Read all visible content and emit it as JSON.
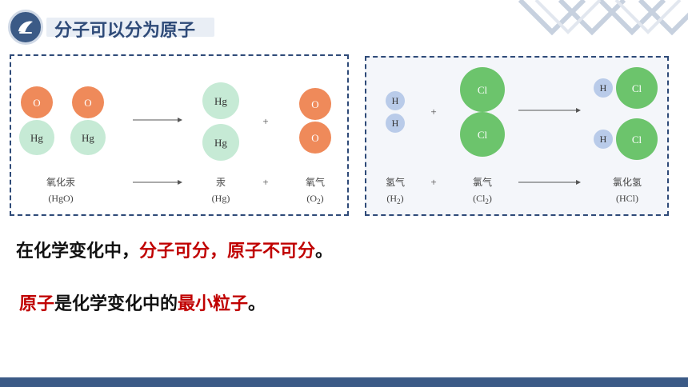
{
  "header": {
    "title": "分子可以分为原子"
  },
  "left_panel": {
    "atoms": {
      "o": "O",
      "hg": "Hg"
    },
    "plus": "+",
    "labels": {
      "reactant_name": "氧化汞",
      "reactant_formula": "(HgO)",
      "product1_name": "汞",
      "product1_formula": "(Hg)",
      "product2_name": "氧气",
      "product2_formula_prefix": "(O",
      "product2_formula_sub": "2",
      "product2_formula_suffix": ")"
    }
  },
  "right_panel": {
    "atoms": {
      "h": "H",
      "cl": "Cl"
    },
    "plus": "+",
    "labels": {
      "reactant1_name": "氢气",
      "reactant1_formula_prefix": "(H",
      "reactant1_formula_sub": "2",
      "reactant1_formula_suffix": ")",
      "reactant2_name": "氯气",
      "reactant2_formula_prefix": "(Cl",
      "reactant2_formula_sub": "2",
      "reactant2_formula_suffix": ")",
      "product_name": "氯化氢",
      "product_formula": "(HCl)"
    }
  },
  "statements": {
    "line1_part1": "在化学变化中，",
    "line1_part2": "分子可分，原子不可分",
    "line1_part3": "。",
    "line2_part1": "原子",
    "line2_part2": "是化学变化中的",
    "line2_part3": "最小粒子",
    "line2_part4": "。"
  },
  "colors": {
    "oxygen": "#ef8a5a",
    "mercury": "#c6ead5",
    "hydrogen": "#b9cbe9",
    "chlorine": "#6cc46c",
    "accent": "#2e4a78",
    "highlight": "#c00000"
  }
}
